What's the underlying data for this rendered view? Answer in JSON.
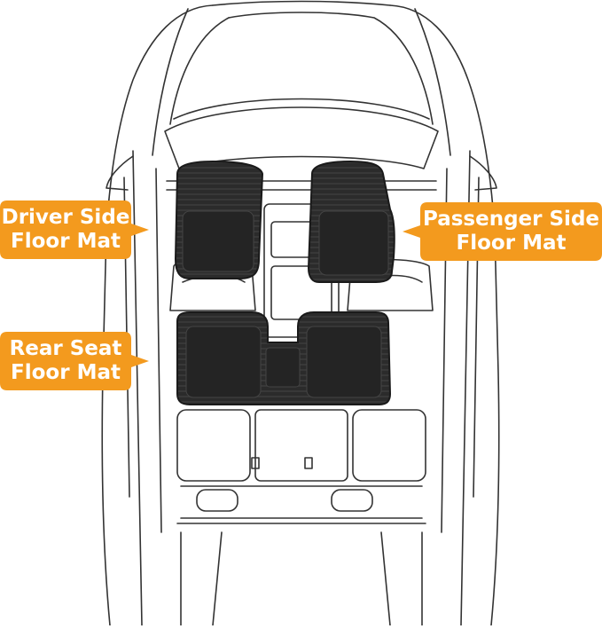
{
  "accent_color": "#F39A1E",
  "mat_color": "#2b2b2b",
  "line_color": "#333333",
  "labels": {
    "driver": {
      "line1": "Driver Side",
      "line2": "Floor Mat",
      "icon": "pointer-arrow-right"
    },
    "passenger": {
      "line1": "Passenger Side",
      "line2": "Floor Mat",
      "icon": "pointer-arrow-left"
    },
    "rear": {
      "line1": "Rear Seat",
      "line2": "Floor Mat",
      "icon": "pointer-arrow-right"
    }
  }
}
